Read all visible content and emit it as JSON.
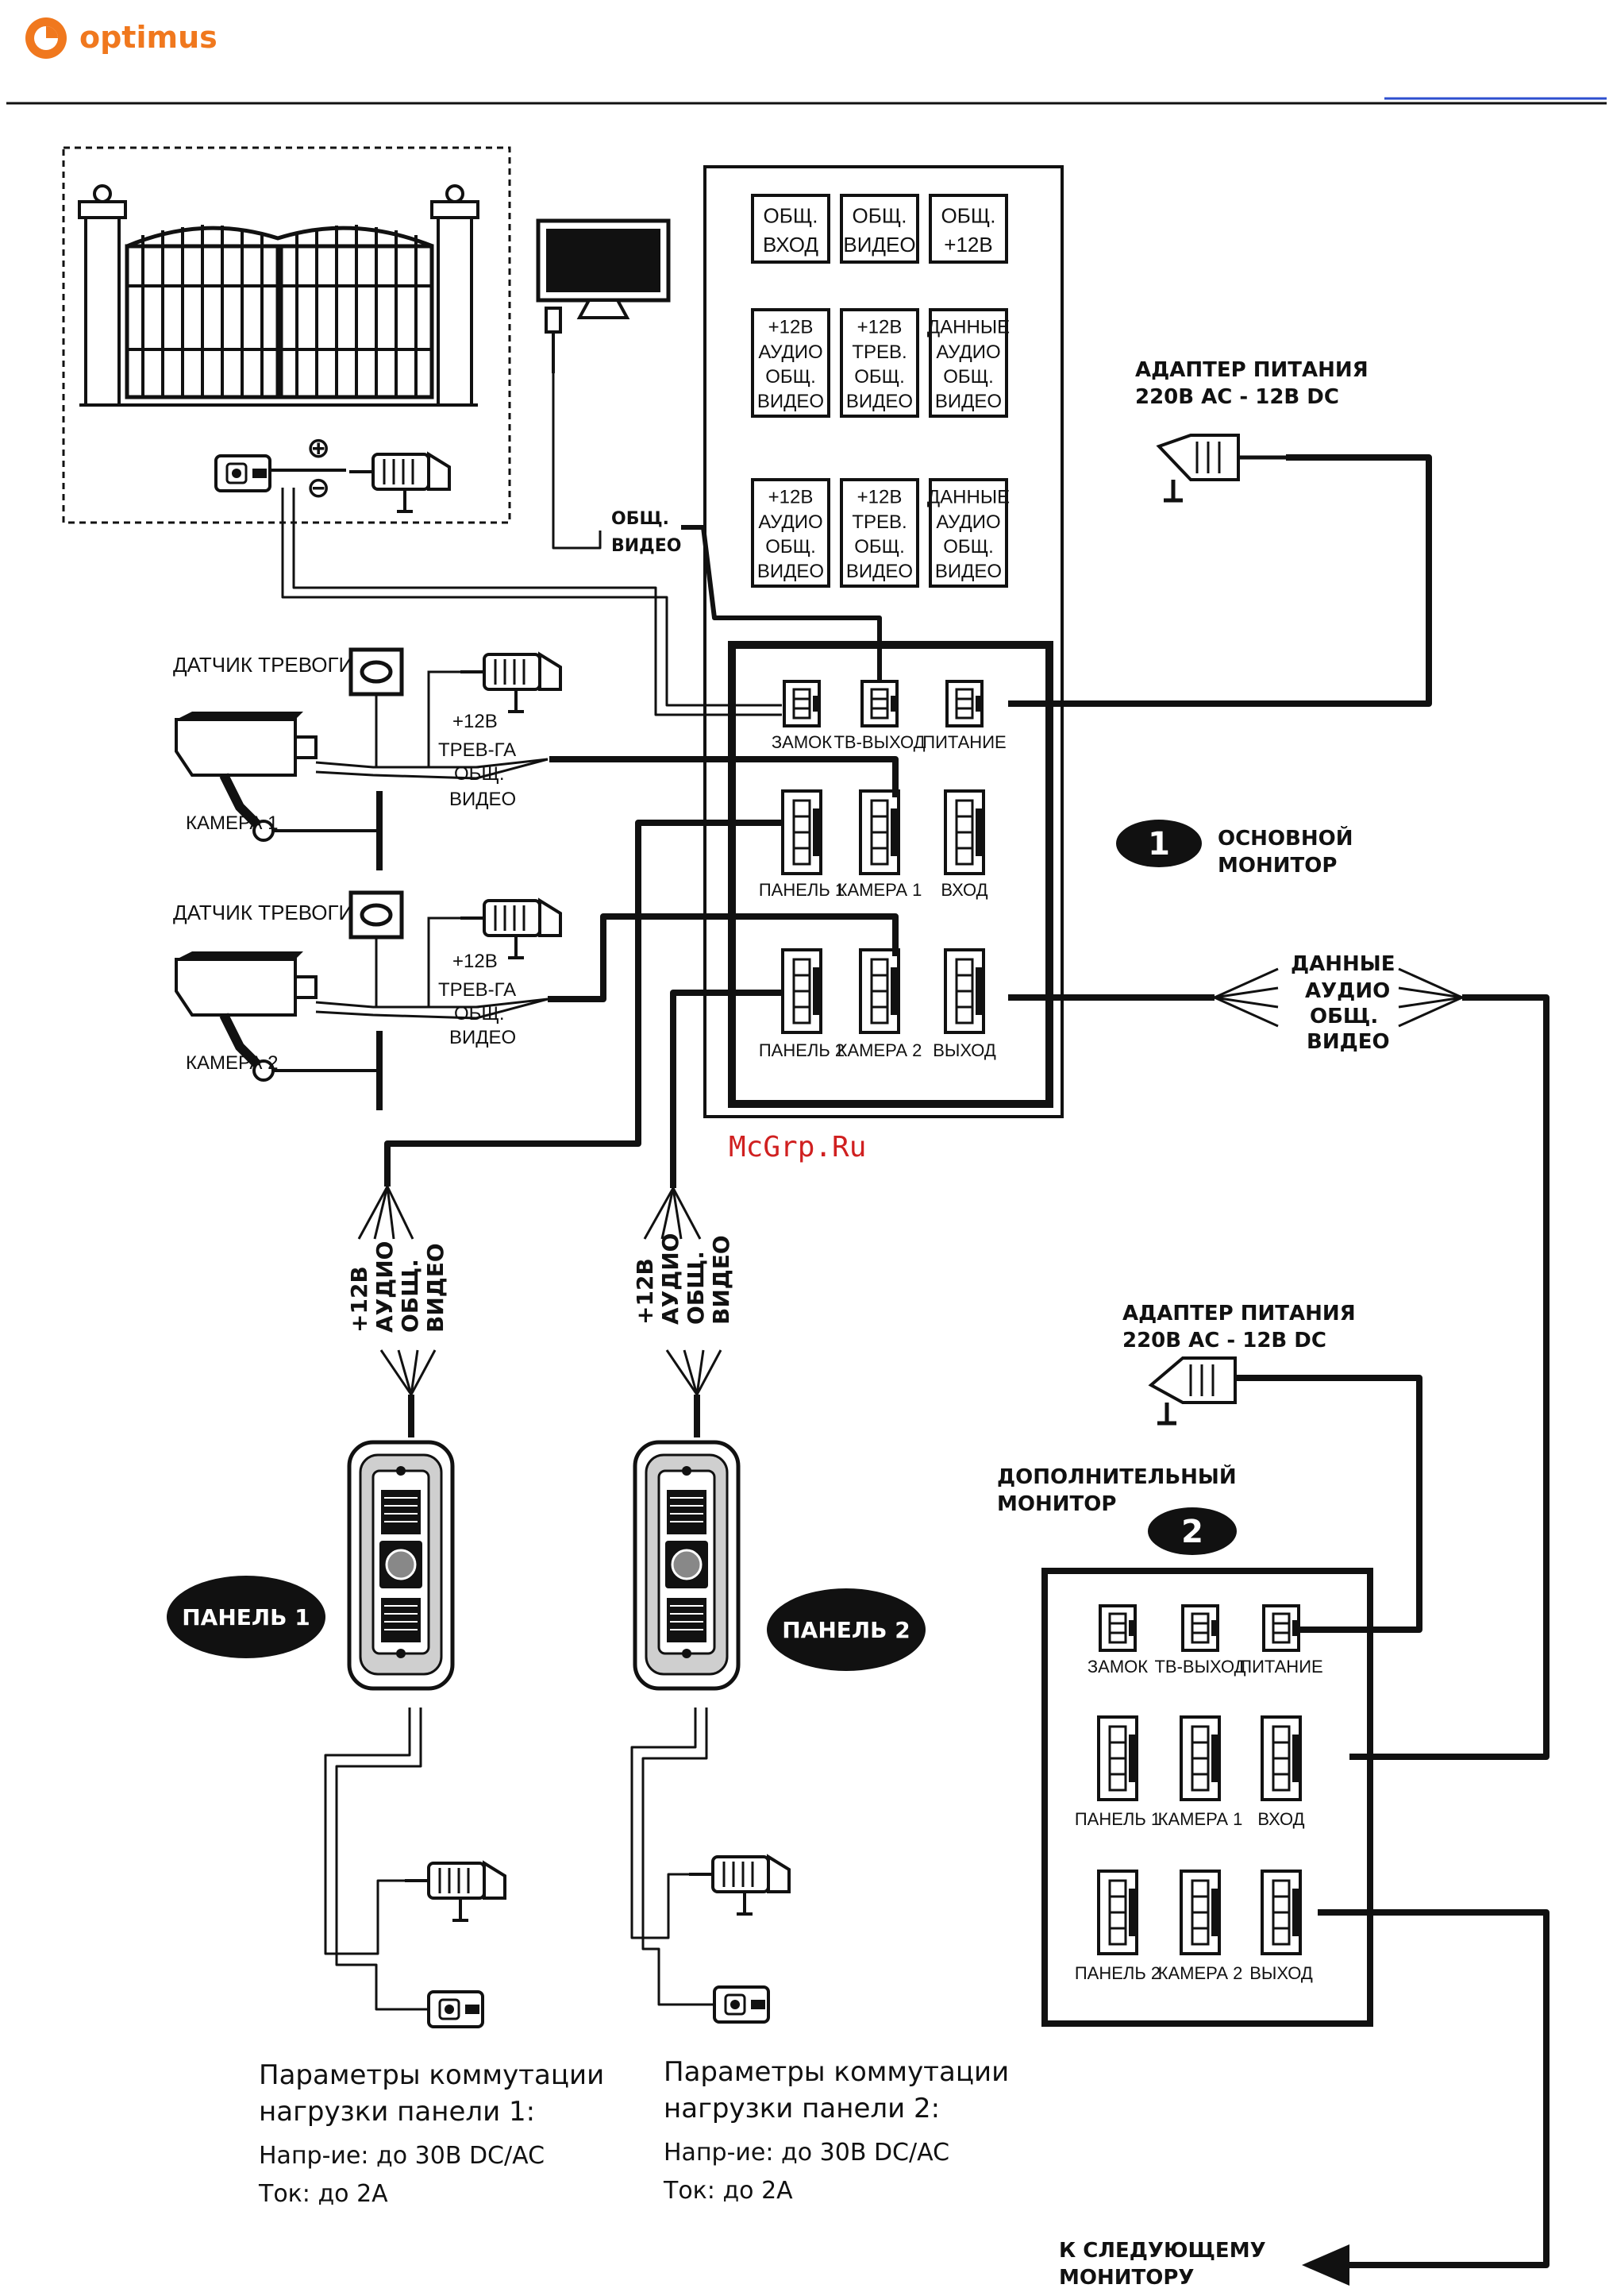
{
  "header": {
    "logo_text": "optimus",
    "brand_color": "#f0781e"
  },
  "watermark": "McGrp.Ru",
  "main_monitor": {
    "badge": "1",
    "title_lines": [
      "ОСНОВНОЙ",
      "МОНИТОР"
    ],
    "legend_blocks": [
      [
        "ОБЩ.",
        "ВХОД"
      ],
      [
        "ОБЩ.",
        "ВИДЕО"
      ],
      [
        "ОБЩ.",
        "+12В"
      ],
      [
        "+12В",
        "АУДИО",
        "ОБЩ.",
        "ВИДЕО"
      ],
      [
        "+12В",
        "ТРЕВ.",
        "ОБЩ.",
        "ВИДЕО"
      ],
      [
        "ДАННЫЕ",
        "АУДИО",
        "ОБЩ.",
        "ВИДЕО"
      ],
      [
        "+12В",
        "АУДИО",
        "ОБЩ.",
        "ВИДЕО"
      ],
      [
        "+12В",
        "ТРЕВ.",
        "ОБЩ.",
        "ВИДЕО"
      ],
      [
        "ДАННЫЕ",
        "АУДИО",
        "ОБЩ.",
        "ВИДЕО"
      ]
    ],
    "ports": [
      "ЗАМОК",
      "ТВ-ВЫХОД",
      "ПИТАНИЕ",
      "ПАНЕЛЬ 1",
      "КАМЕРА 1",
      "ВХОД",
      "ПАНЕЛЬ 2",
      "КАМЕРА 2",
      "ВЫХОД"
    ]
  },
  "extra_monitor": {
    "badge": "2",
    "title_lines": [
      "ДОПОЛНИТЕЛЬНЫЙ",
      "МОНИТОР"
    ],
    "ports": [
      "ЗАМОК",
      "ТВ-ВЫХОД",
      "ПИТАНИЕ",
      "ПАНЕЛЬ 1",
      "КАМЕРА 1",
      "ВХОД",
      "ПАНЕЛЬ 2",
      "КАМЕРА 2",
      "ВЫХОД"
    ]
  },
  "adapter_1": {
    "lines": [
      "АДАПТЕР ПИТАНИЯ",
      "220В АС - 12В DC"
    ]
  },
  "adapter_2": {
    "lines": [
      "АДАПТЕР ПИТАНИЯ",
      "220В АС - 12В DC"
    ]
  },
  "tv_label": [
    "ОБЩ.",
    "ВИДЕО"
  ],
  "plus_sign": "⊕",
  "minus_sign": "⊖",
  "sensor_1": "ДАТЧИК ТРЕВОГИ 1",
  "sensor_2": "ДАТЧИК ТРЕВОГИ 2",
  "camera_1": "КАМЕРА 1",
  "camera_2": "КАМЕРА 2",
  "camera_wires_1": [
    "+12В",
    "ТРЕВ-ГА",
    "ОБЩ.",
    "ВИДЕО"
  ],
  "camera_wires_2": [
    "+12В",
    "ТРЕВ-ГА",
    "ОБЩ.",
    "ВИДЕО"
  ],
  "data_bus_labels": [
    "ДАННЫЕ",
    "АУДИО",
    "ОБЩ.",
    "ВИДЕО"
  ],
  "panel_wires_1": [
    "+12В",
    "АУДИО",
    "ОБЩ.",
    "ВИДЕО"
  ],
  "panel_wires_2": [
    "+12В",
    "АУДИО",
    "ОБЩ.",
    "ВИДЕО"
  ],
  "panel_1": {
    "label": "ПАНЕЛЬ 1"
  },
  "panel_2": {
    "label": "ПАНЕЛЬ 2"
  },
  "params_1": {
    "title": [
      "Параметры коммутации",
      "нагрузки панели 1:"
    ],
    "voltage": "Напр-ие: до 30В DC/AC",
    "current": "Ток: до 2А"
  },
  "params_2": {
    "title": [
      "Параметры коммутации",
      "нагрузки панели 2:"
    ],
    "voltage": "Напр-ие: до 30В DC/AC",
    "current": "Ток: до 2А"
  },
  "next_monitor": [
    "К СЛЕДУЮЩЕМУ",
    "МОНИТОРУ"
  ]
}
